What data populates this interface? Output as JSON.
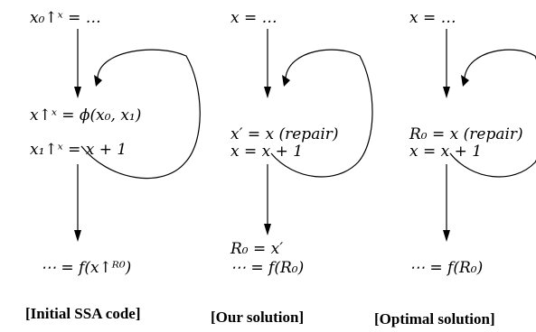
{
  "columns": [
    {
      "id": "initial",
      "caption": "[Initial SSA code]",
      "top": "x₀↑ˣ = …",
      "mid": [
        "x↑ˣ = ϕ(x₀, x₁)",
        "x₁↑ˣ = x + 1"
      ],
      "bottom": [
        "⋯ = f(x↑ᴿ⁰)"
      ]
    },
    {
      "id": "ours",
      "caption": "[Our solution]",
      "top": "x = …",
      "mid": [
        "x′ = x (repair)",
        "x = x + 1"
      ],
      "bottom": [
        "R₀ = x′",
        "⋯ = f(R₀)"
      ]
    },
    {
      "id": "optimal",
      "caption": "[Optimal solution]",
      "top": "x = …",
      "mid": [
        "R₀ = x (repair)",
        "x = x + 1"
      ],
      "bottom": [
        "⋯ = f(R₀)"
      ]
    }
  ]
}
